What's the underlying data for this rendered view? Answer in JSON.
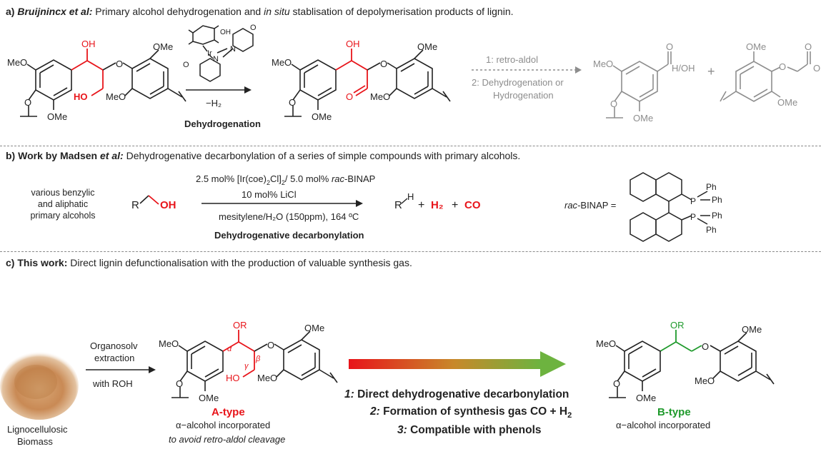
{
  "section_a": {
    "label": "a)",
    "authors": "Bruijnincx et al:",
    "text_before_italic": " Primary alcohol dehydrogenation and ",
    "italic": "in situ",
    "text_after_italic": " stablisation of depolymerisation products of lignin.",
    "arrow_below_1": "−H₂",
    "arrow_below_2": "Dehydrogenation",
    "step1": "1: retro-aldol",
    "step2": "2: Dehydrogenation or",
    "step2b": "Hydrogenation",
    "product_label": "H/OH",
    "plus": "+",
    "atoms": {
      "OH": "OH",
      "OMe": "OMe",
      "MeO": "MeO",
      "O": "O",
      "HO": "HO",
      "Ir": "Ir",
      "N": "N",
      "OH_acid": "OH"
    }
  },
  "section_b": {
    "label": "b)",
    "title_bold": "Work by Madsen",
    "title_italic": " et al:",
    "title_rest": " Dehydrogenative decarbonylation of a series of simple compounds with primary alcohols.",
    "substrates_1": "various benzylic",
    "substrates_2": "and aliphatic",
    "substrates_3": "primary alcohols",
    "R": "R",
    "OH": "OH",
    "cond_1_pre": "2.5 mol% [Ir(coe)",
    "cond_1_sub1": "2",
    "cond_1_mid": "Cl]",
    "cond_1_sub2": "2",
    "cond_1_post": "/ 5.0 mol% ",
    "cond_1_italic": "rac",
    "cond_1_end": "-BINAP",
    "cond_2": "10 mol% LiCl",
    "cond_3": "mesitylene/H₂O (150ppm), 164 ºC",
    "cond_4": "Dehydrogenative decarbonylation",
    "product_R": "R",
    "product_H": "H",
    "plus": "+",
    "H2": "H₂",
    "CO": "CO",
    "binap_italic": "rac",
    "binap_label": "-BINAP =",
    "P": "P",
    "Ph": "Ph"
  },
  "section_c": {
    "label": "c)",
    "title_bold": "This work:",
    "title_rest": " Direct lignin defunctionalisation with the production of valuable synthesis gas.",
    "extraction_1": "Organosolv",
    "extraction_2": "extraction",
    "extraction_3": "with ROH",
    "biomass_1": "Lignocellulosic",
    "biomass_2": "Biomass",
    "a_type": "A-type",
    "a_desc_1": "α−alcohol incorporated",
    "a_desc_2": "to avoid retro-aldol cleavage",
    "b_type": "B-type",
    "b_desc": "α−alcohol incorporated",
    "feature_1_num": "1:",
    "feature_1": " Direct dehydrogenative decarbonylation",
    "feature_2_num": "2:",
    "feature_2": " Formation of synthesis gas CO + H",
    "feature_2_sub": "2",
    "feature_3_num": "3:",
    "feature_3": " Compatible with phenols",
    "alpha": "α",
    "beta": "β",
    "gamma": "γ",
    "OR": "OR",
    "colors": {
      "red": "#e8141a",
      "green": "#1f9a2c",
      "grey": "#8d8d8d",
      "gradient_start": "#e8141a",
      "gradient_end": "#6db33f"
    }
  }
}
